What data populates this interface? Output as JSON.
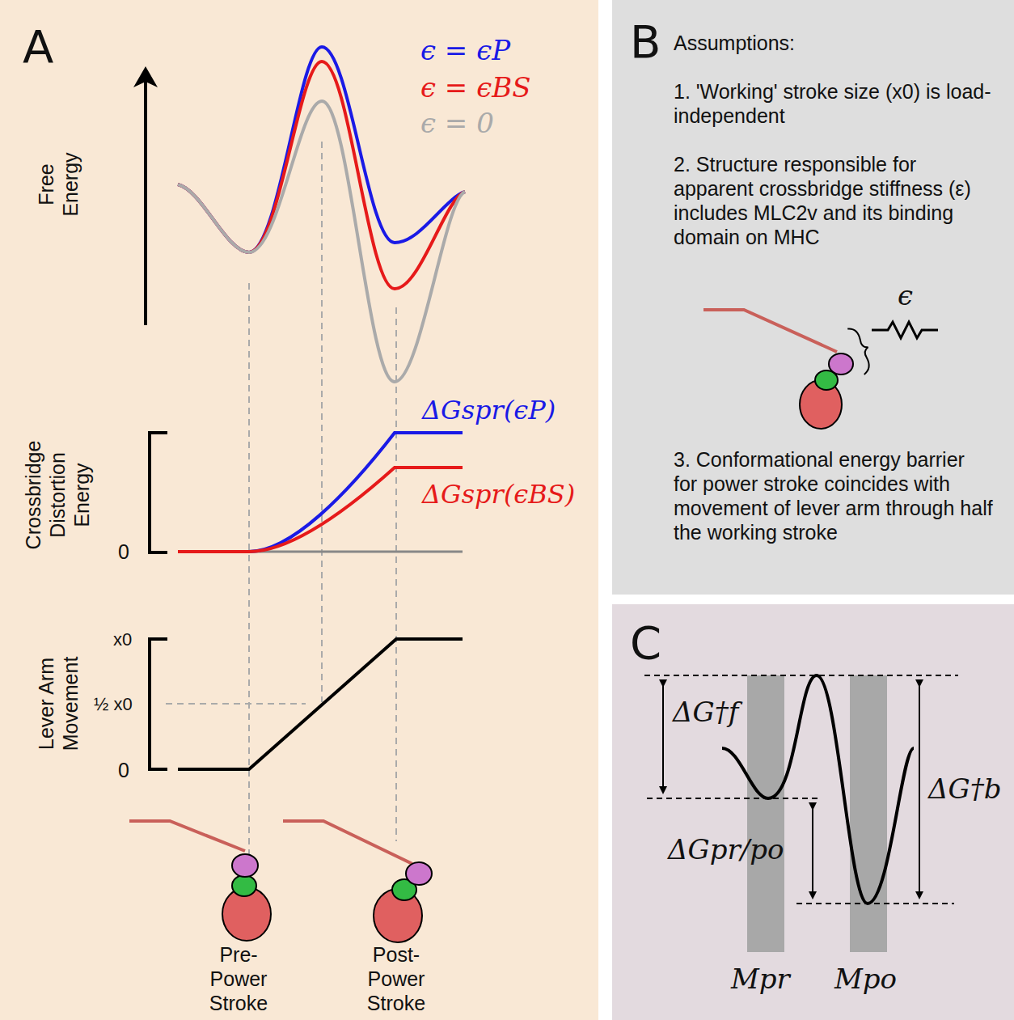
{
  "diagram": {
    "nodes": [
      {
        "text": [
          "A"
        ]
      },
      {
        "text": [
          "B",
          "Assumptions:",
          "1. 'Working' stroke size (x0) is load-independent",
          "2. Structure responsible for apparent crossbridge stiffness (ε) includes MLC2v and its binding domain on MHC",
          "3. Conformational energy barrier for power stroke coincides with movement of lever arm through half the working stroke"
        ]
      },
      {
        "text": [
          "C"
        ]
      }
    ],
    "edges": [],
    "labels": [
      "ϵ = ϵP",
      "ϵ = ϵBS",
      "ϵ = 0",
      "Free Energy",
      "ΔGspr(ϵP)",
      "ΔGspr(ϵBS)",
      "Crossbridge Distortion Energy",
      "0",
      "Lever Arm Movement",
      "x0",
      "½ x0",
      "0",
      "Pre-Power Stroke",
      "Post-Power Stroke",
      "ϵ",
      "ΔG†f",
      "ΔGpr/po",
      "ΔG†b",
      "Mpr",
      "Mpo"
    ]
  }
}
